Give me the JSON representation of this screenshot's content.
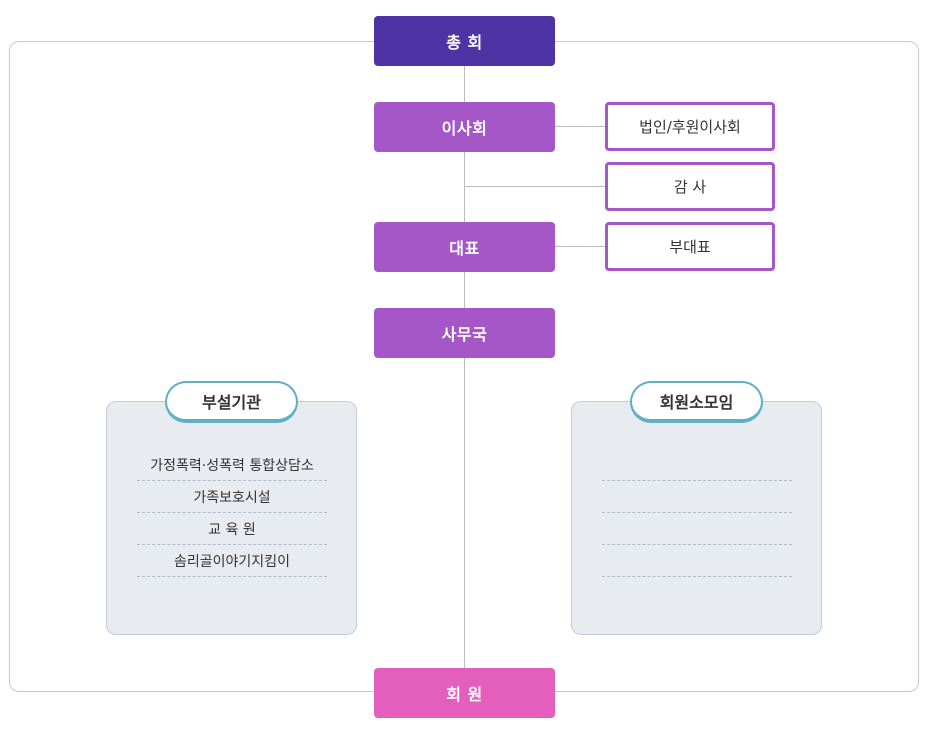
{
  "nodes": {
    "general_assembly": "총 회",
    "board": "이사회",
    "representative": "대표",
    "secretariat": "사무국",
    "members": "회 원"
  },
  "side_boxes": {
    "corporate_board": "법인/후원이사회",
    "auditor": "감 사",
    "vice_representative": "부대표"
  },
  "affiliated": {
    "title": "부설기관",
    "items": [
      "가정폭력·성폭력 통합상담소",
      "가족보호시설",
      "교 육 원",
      "솜리골이야기지킴이"
    ]
  },
  "groups": {
    "title": "회원소모임",
    "items": [
      "",
      "",
      "",
      ""
    ]
  },
  "colors": {
    "dark": "#4d33a3",
    "purple": "#a557c8",
    "pink": "#e45ebd",
    "pill_border": "#5fb0c4"
  }
}
